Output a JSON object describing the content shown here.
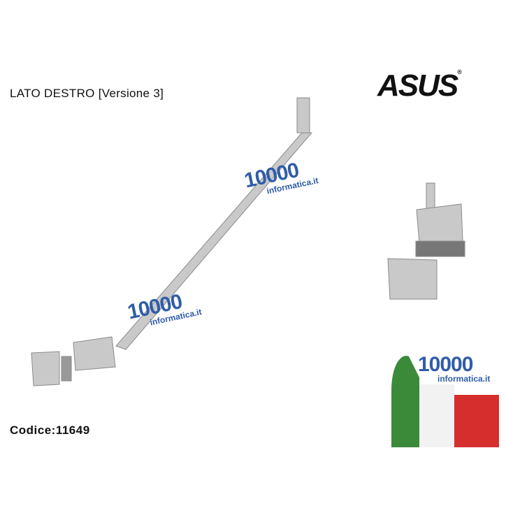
{
  "title": "LATO DESTRO [Versione 3]",
  "code": "Codice:11649",
  "brand_logo": "ASUS",
  "watermark": {
    "number": "10000",
    "site": "informatica.it",
    "color": "#2f5da8"
  },
  "badge_colors": {
    "green": "#3a8a3a",
    "white": "#ffffff",
    "red": "#d62d2d"
  }
}
